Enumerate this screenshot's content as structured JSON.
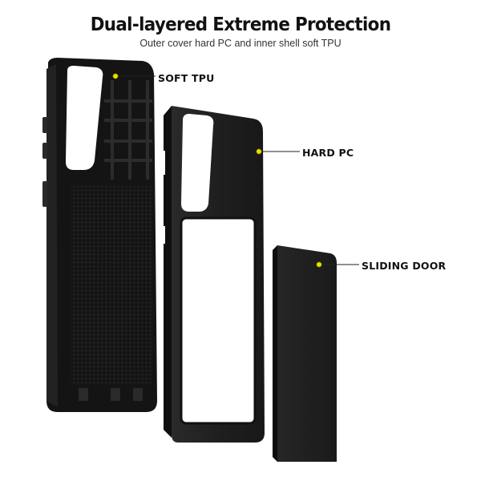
{
  "header": {
    "title": "Dual-layered Extreme Protection",
    "subtitle": "Outer cover hard PC  and inner shell soft TPU"
  },
  "callouts": {
    "soft_tpu": "SOFT TPU",
    "hard_pc": "HARD PC",
    "sliding_door": "SLIDING DOOR"
  },
  "colors": {
    "case_black": "#1b1b1b",
    "marker_yellow": "#e8e000",
    "background": "#ffffff"
  }
}
